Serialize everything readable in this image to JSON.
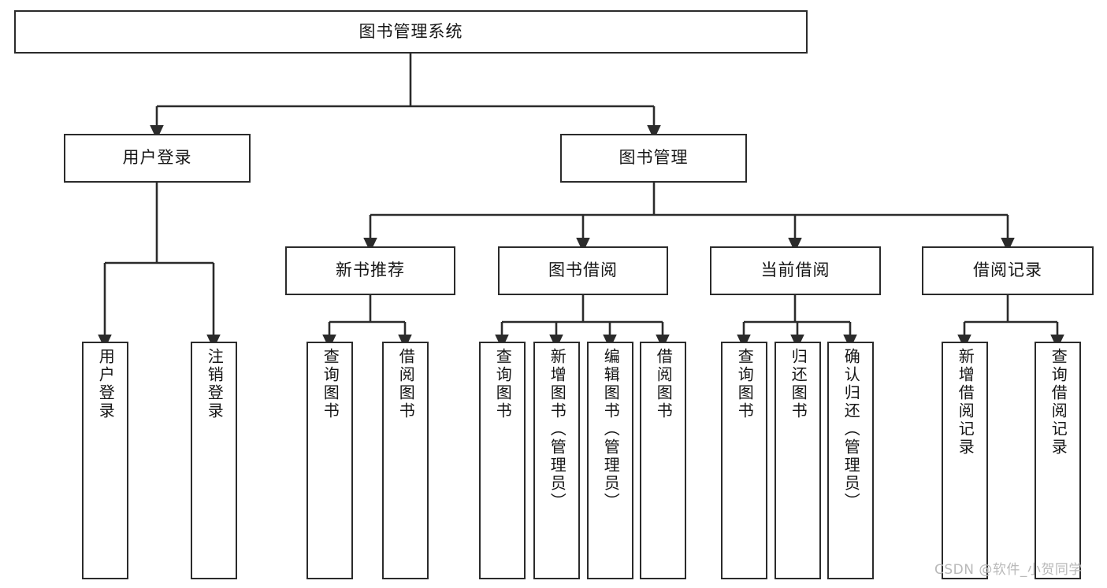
{
  "diagram": {
    "type": "tree",
    "title": "图书管理系统",
    "watermark": "CSDN @软件_小贺同学",
    "colors": {
      "box_border": "#2b2b2b",
      "box_fill": "#ffffff",
      "line": "#2b2b2b",
      "text": "#151515",
      "watermark": "#b9b9b9"
    },
    "nodes": {
      "root": {
        "label": "图书管理系统"
      },
      "level2": [
        {
          "label": "用户登录"
        },
        {
          "label": "图书管理"
        }
      ],
      "level3": [
        {
          "label": "新书推荐"
        },
        {
          "label": "图书借阅"
        },
        {
          "label": "当前借阅"
        },
        {
          "label": "借阅记录"
        }
      ],
      "leaves_user_login": [
        {
          "label": "用户登录"
        },
        {
          "label": "注销登录"
        }
      ],
      "leaves_new_book": [
        {
          "label": "查询图书"
        },
        {
          "label": "借阅图书"
        }
      ],
      "leaves_borrow": [
        {
          "label": "查询图书"
        },
        {
          "label": "新增图书（管理员）"
        },
        {
          "label": "编辑图书（管理员）"
        },
        {
          "label": "借阅图书"
        }
      ],
      "leaves_current": [
        {
          "label": "查询图书"
        },
        {
          "label": "归还图书"
        },
        {
          "label": "确认归还（管理员）"
        }
      ],
      "leaves_records": [
        {
          "label": "新增借阅记录"
        },
        {
          "label": "查询借阅记录"
        }
      ]
    }
  }
}
